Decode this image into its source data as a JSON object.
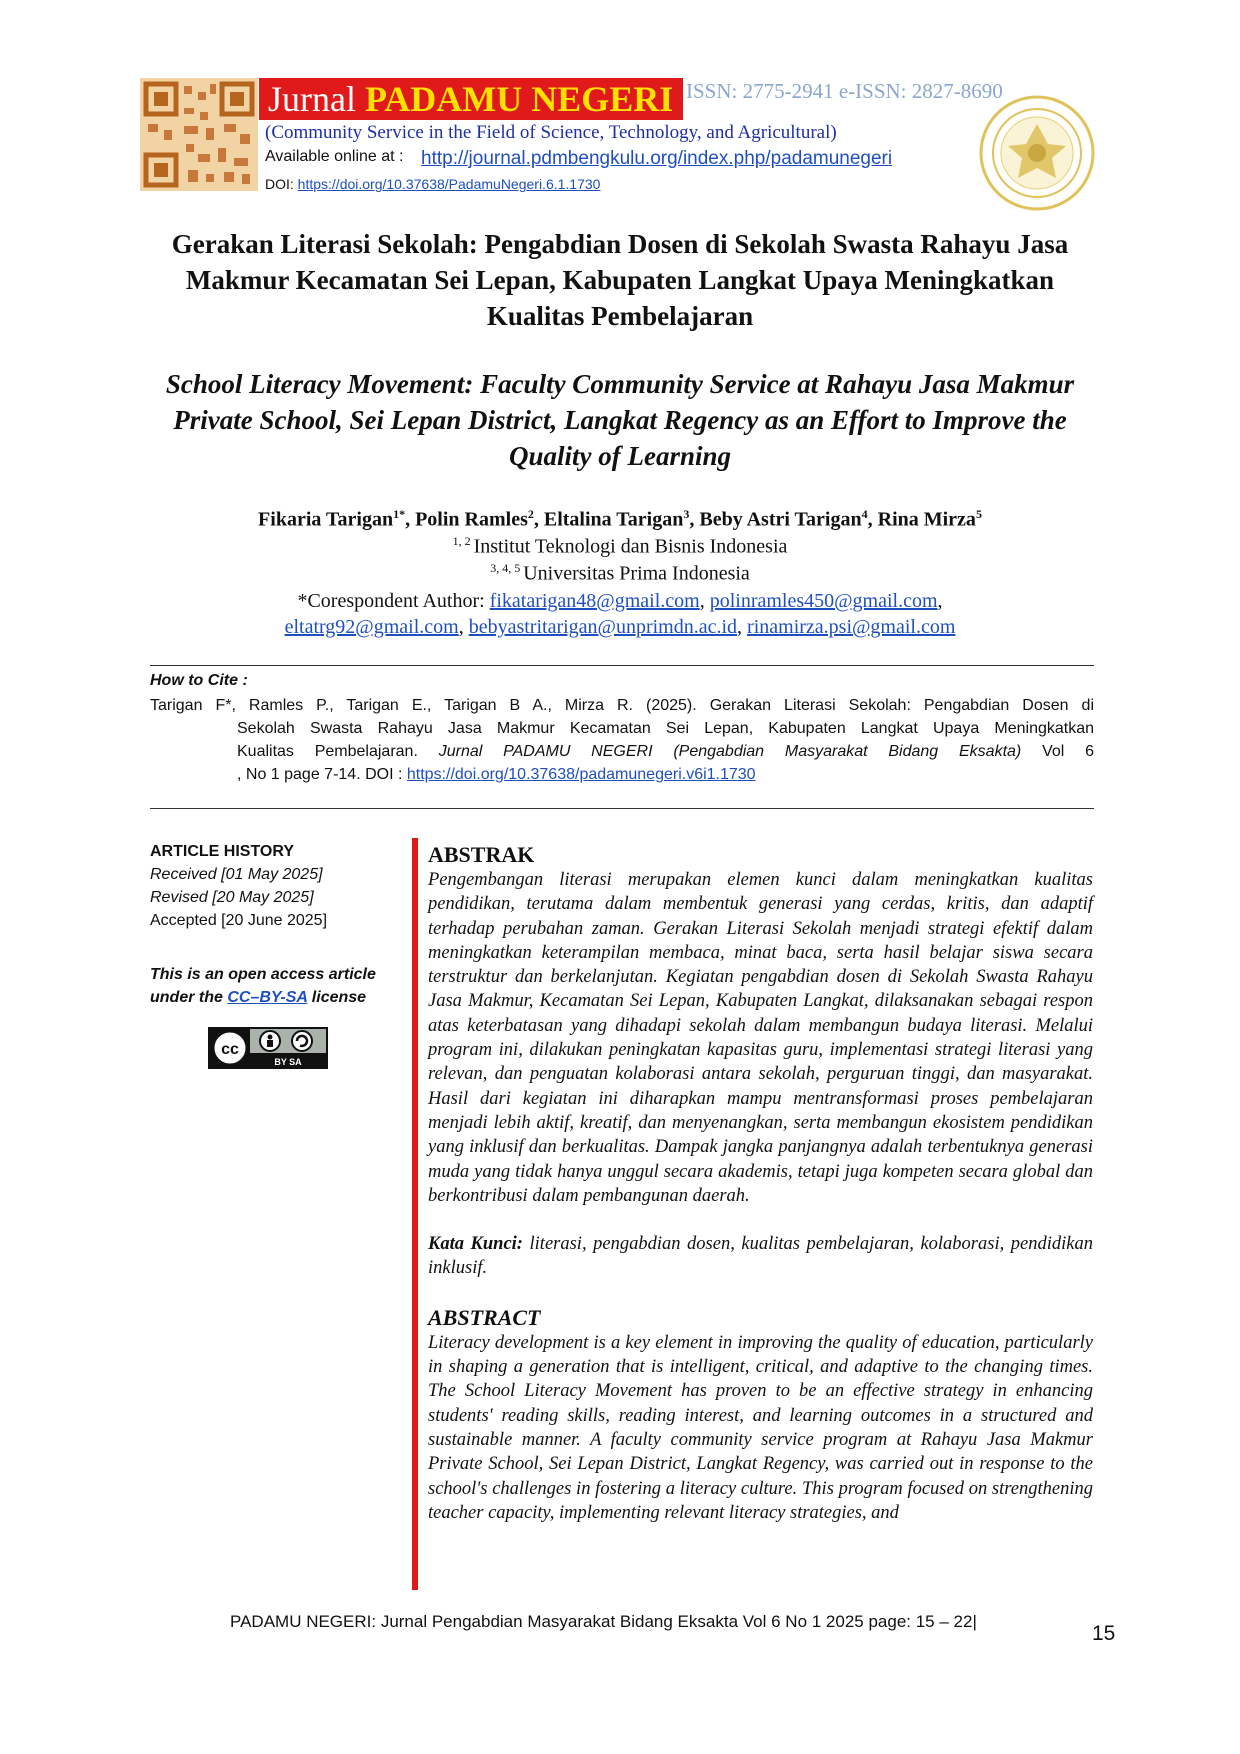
{
  "header": {
    "journal_prefix": "Jurnal ",
    "journal_name": "PADAMU NEGERI",
    "issn": "ISSN: 2775-2941 e-ISSN: 2827-8690",
    "subtitle": "(Community Service in the Field of Science, Technology, and Agricultural)",
    "available_label": "Available online at :",
    "available_url": "http://journal.pdmbengkulu.org/index.php/padamunegeri",
    "doi_label": "DOI: ",
    "doi_url": "https://doi.org/10.37638/PadamuNegeri.6.1.1730"
  },
  "title_id": "Gerakan Literasi Sekolah: Pengabdian Dosen di Sekolah Swasta Rahayu Jasa Makmur Kecamatan Sei Lepan, Kabupaten Langkat Upaya Meningkatkan Kualitas Pembelajaran",
  "title_en": "School Literacy Movement: Faculty Community Service at Rahayu Jasa Makmur Private School, Sei Lepan District, Langkat Regency as an Effort to Improve the Quality of Learning",
  "authors": [
    {
      "name": "Fikaria Tarigan",
      "sup": "1*"
    },
    {
      "name": "Polin Ramles",
      "sup": "2"
    },
    {
      "name": "Eltalina Tarigan",
      "sup": "3"
    },
    {
      "name": "Beby Astri Tarigan",
      "sup": "4"
    },
    {
      "name": "Rina Mirza",
      "sup": "5"
    }
  ],
  "affiliations": [
    {
      "sup": "1, 2 ",
      "name": "Institut Teknologi dan Bisnis Indonesia"
    },
    {
      "sup": "3, 4, 5 ",
      "name": "Universitas Prima Indonesia"
    }
  ],
  "correspondent": {
    "label": "*Corespondent Author: ",
    "emails": [
      "fikatarigan48@gmail.com",
      "polinramles450@gmail.com",
      "eltatrg92@gmail.com",
      "bebyastritarigan@unprimdn.ac.id",
      "rinamirza.psi@gmail.com"
    ]
  },
  "cite": {
    "heading": "How to Cite :",
    "first_line": "Tarigan F*, Ramles P.,  Tarigan E., Tarigan B A., Mirza R. (2025). Gerakan Literasi Sekolah: Pengabdian Dosen di",
    "second_line": "Sekolah Swasta Rahayu Jasa Makmur Kecamatan Sei Lepan, Kabupaten Langkat Upaya Meningkatkan",
    "third_line_plain": "Kualitas Pembelajaran. ",
    "third_line_italic": "Jurnal PADAMU NEGERI (Pengabdian Masyarakat Bidang Eksakta)",
    "third_line_end": " Vol 6",
    "fourth_line": ", No 1 page 7-14. DOI : ",
    "doi_url": "https://doi.org/10.37638/padamunegeri.v6i1.1730"
  },
  "history": {
    "heading": "ARTICLE HISTORY",
    "received": "Received [01 May  2025]",
    "revised": "Revised [20 May 2025]",
    "accepted": "Accepted [20 June 2025]"
  },
  "open_access": {
    "line1": "This is an open access article",
    "line2_prefix": "under the ",
    "license_link": "CC–BY-SA",
    "line2_suffix": " license",
    "badge_text": "BY  SA"
  },
  "abstrak": {
    "heading": "ABSTRAK",
    "text": "Pengembangan literasi merupakan elemen kunci dalam meningkatkan kualitas pendidikan, terutama dalam membentuk generasi yang cerdas, kritis, dan adaptif terhadap perubahan zaman. Gerakan Literasi Sekolah menjadi strategi efektif dalam meningkatkan keterampilan membaca, minat baca, serta hasil belajar siswa secara terstruktur dan berkelanjutan. Kegiatan pengabdian dosen di Sekolah Swasta Rahayu Jasa Makmur, Kecamatan Sei Lepan, Kabupaten Langkat, dilaksanakan sebagai respon atas keterbatasan yang dihadapi sekolah dalam membangun budaya literasi. Melalui program ini, dilakukan peningkatan kapasitas guru, implementasi strategi literasi yang relevan, dan penguatan kolaborasi antara sekolah, perguruan tinggi, dan masyarakat. Hasil dari kegiatan ini diharapkan mampu mentransformasi proses pembelajaran menjadi lebih aktif, kreatif, dan menyenangkan, serta membangun ekosistem pendidikan yang inklusif dan berkualitas. Dampak jangka panjangnya adalah terbentuknya generasi muda yang tidak hanya unggul secara akademis, tetapi juga kompeten secara global dan berkontribusi dalam pembangunan daerah.",
    "kw_label": "Kata Kunci:",
    "keywords": " literasi, pengabdian dosen, kualitas pembelajaran, kolaborasi, pendidikan inklusif."
  },
  "abstract": {
    "heading": "ABSTRACT",
    "text": "Literacy development is a key element in improving the quality of education, particularly in shaping a generation that is intelligent, critical, and adaptive to the changing times. The School Literacy Movement has proven to be an effective strategy in enhancing students' reading skills, reading interest, and learning outcomes in a structured and sustainable manner. A faculty community service program at Rahayu Jasa Makmur Private School, Sei Lepan District, Langkat Regency, was carried out in response to the school's challenges in fostering a literacy culture. This program focused on strengthening teacher capacity, implementing relevant literacy strategies, and"
  },
  "footer": {
    "text": "PADAMU NEGERI: Jurnal Pengabdian Masyarakat Bidang Eksakta Vol 6 No 1 2025 page: 15 – 22|",
    "page_number": "15"
  }
}
